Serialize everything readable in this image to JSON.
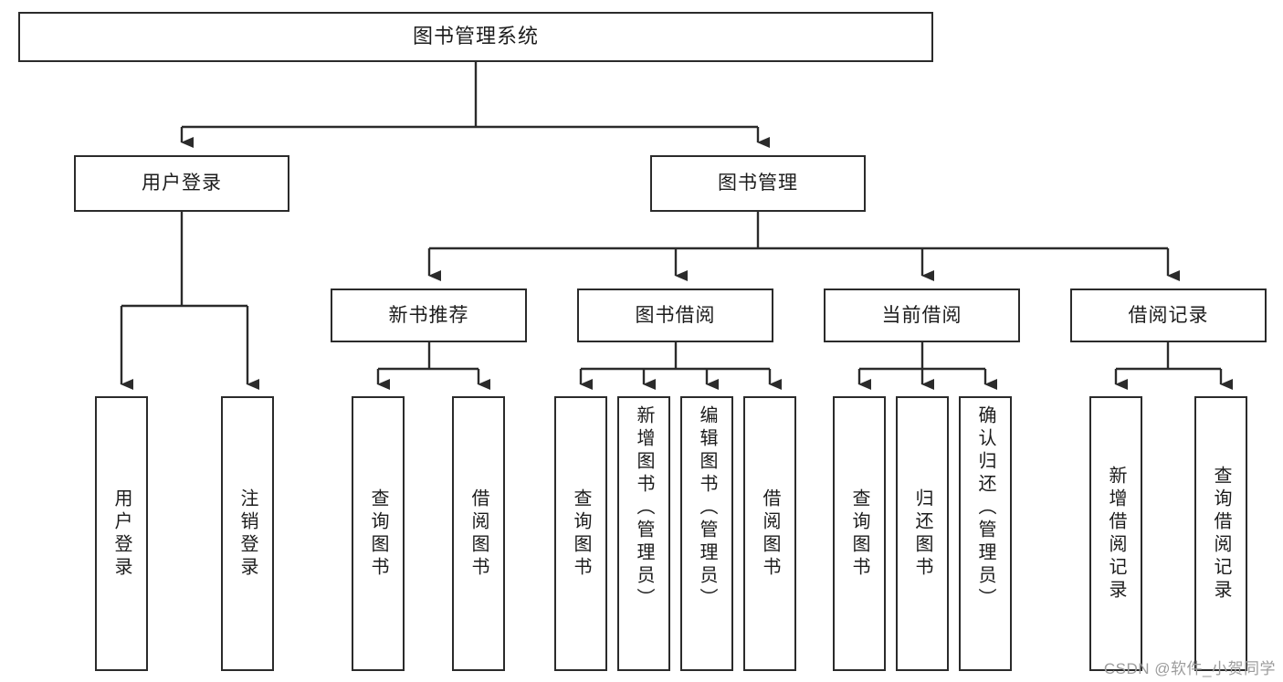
{
  "diagram": {
    "title": "图书管理系统",
    "type": "hierarchy-tree",
    "root": {
      "label": "图书管理系统"
    },
    "level1": [
      {
        "label": "用户登录"
      },
      {
        "label": "图书管理"
      }
    ],
    "level2": [
      {
        "label": "新书推荐"
      },
      {
        "label": "图书借阅"
      },
      {
        "label": "当前借阅"
      },
      {
        "label": "借阅记录"
      }
    ],
    "leaves": {
      "user_login": [
        {
          "label": "用户登录"
        },
        {
          "label": "注销登录"
        }
      ],
      "new_book_recommend": [
        {
          "label": "查询图书"
        },
        {
          "label": "借阅图书"
        }
      ],
      "book_borrow": [
        {
          "label": "查询图书"
        },
        {
          "label": "新增图书（管理员）"
        },
        {
          "label": "编辑图书（管理员）"
        },
        {
          "label": "借阅图书"
        }
      ],
      "current_borrow": [
        {
          "label": "查询图书"
        },
        {
          "label": "归还图书"
        },
        {
          "label": "确认归还（管理员）"
        }
      ],
      "borrow_record": [
        {
          "label": "新增借阅记录"
        },
        {
          "label": "查询借阅记录"
        }
      ]
    }
  },
  "watermark": {
    "text": "CSDN @软件_小贺同学"
  },
  "colors": {
    "stroke": "#2b2b2b",
    "fill": "#ffffff",
    "text": "#1c1c1c",
    "watermark": "#9c9c9c"
  }
}
